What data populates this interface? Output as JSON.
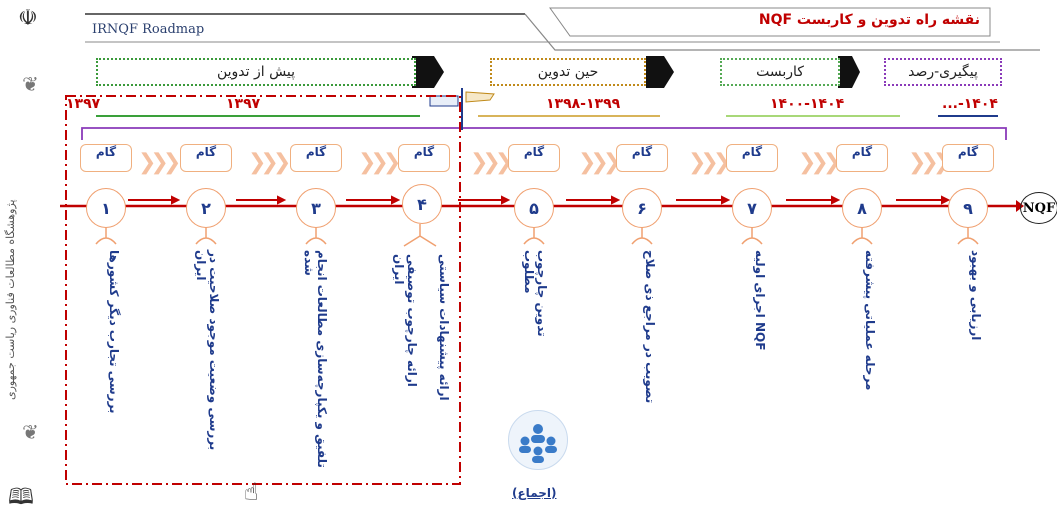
{
  "header": {
    "left_title": "IRNQF Roadmap",
    "right_title": "نقشه راه تدوین و کاربست NQF"
  },
  "sidebar": {
    "org_name": "پژوهشگاه مطالعات فناوری ریاست جمهوری"
  },
  "phases": [
    {
      "label": "پیش از تدوین",
      "border_color": "#3a9a3a"
    },
    {
      "label": "حین تدوین",
      "border_color": "#c08a1a"
    },
    {
      "label": "کاربست",
      "border_color": "#55aa55"
    },
    {
      "label": "پیگیری-رصد",
      "border_color": "#8a3ab9"
    }
  ],
  "years": [
    "۱۳۹۷",
    "۱۳۹۷",
    "۱۳۹۸-۱۳۹۹",
    "۱۴۰۰-۱۴۰۴",
    "۱۴۰۴-..."
  ],
  "steps": [
    {
      "gam": "گام",
      "num": "۱",
      "text": "بررسی تجارب دیگر کشورها"
    },
    {
      "gam": "گام",
      "num": "۲",
      "text": "بررسی وضعیت موجود صلاحیت در ایران"
    },
    {
      "gam": "گام",
      "num": "۳",
      "text": "تلفیق و یکپارچه‌سازی مطالعات انجام شده"
    },
    {
      "gam": "گام",
      "num": "۴",
      "text": "ارائه چارچوب توصیفی ایران"
    },
    {
      "gam": "گام",
      "num": "۵",
      "text": "تدوین چارچوب مطلوب"
    },
    {
      "gam": "گام",
      "num": "۶",
      "text": "تصویب در مراجع ذی صلاح"
    },
    {
      "gam": "گام",
      "num": "۷",
      "text": "اجرای اولیه NQF"
    },
    {
      "gam": "گام",
      "num": "۸",
      "text": "مرحله عملیاتی پیشرفته"
    },
    {
      "gam": "گام",
      "num": "۹",
      "text": "ارزیابی و بهبود"
    }
  ],
  "extra_step4_text": "ارائه پیشنهادات سیاستی",
  "end_label": "NQF",
  "consensus_label": "(اجماع)",
  "colors": {
    "accent_red": "#c00000",
    "navy": "#1f3b8c",
    "peach": "#f0a070",
    "purple": "#8a3ab9"
  },
  "icons": [
    "emblem-icon",
    "book-icon",
    "ornament-icon",
    "hand-pointer-icon",
    "consensus-icon",
    "chevron-right-icon",
    "flag-icon"
  ]
}
